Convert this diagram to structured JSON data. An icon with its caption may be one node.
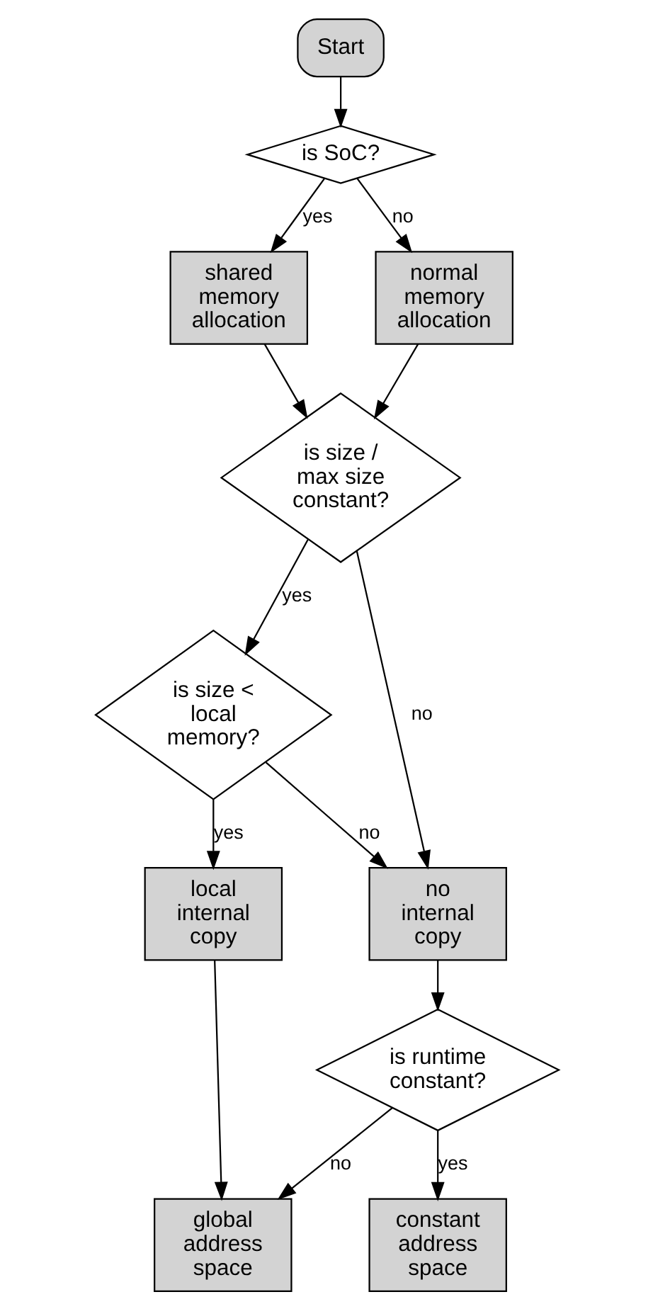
{
  "diagram": {
    "nodes": [
      {
        "text": [
          "Start"
        ]
      },
      {
        "text": [
          "is SoC?"
        ]
      },
      {
        "text": [
          "shared memory allocation"
        ]
      },
      {
        "text": [
          "normal memory allocation"
        ]
      },
      {
        "text": [
          "is size / max size constant?"
        ]
      },
      {
        "text": [
          "is size < local memory?"
        ]
      },
      {
        "text": [
          "local internal copy"
        ]
      },
      {
        "text": [
          "no internal copy"
        ]
      },
      {
        "text": [
          "is runtime constant?"
        ]
      },
      {
        "text": [
          "global address space"
        ]
      },
      {
        "text": [
          "constant address space"
        ]
      }
    ],
    "edges": [
      {
        "from": 0,
        "to": 1,
        "arrow": "to"
      },
      {
        "from": 1,
        "to": 2,
        "arrow": "to",
        "label": "yes"
      },
      {
        "from": 1,
        "to": 3,
        "arrow": "to",
        "label": "no"
      },
      {
        "from": 2,
        "to": 4,
        "arrow": "to"
      },
      {
        "from": 3,
        "to": 4,
        "arrow": "to"
      },
      {
        "from": 4,
        "to": 5,
        "arrow": "to",
        "label": "yes"
      },
      {
        "from": 4,
        "to": 7,
        "arrow": "to",
        "label": "no"
      },
      {
        "from": 5,
        "to": 6,
        "arrow": "to",
        "label": "yes"
      },
      {
        "from": 5,
        "to": 7,
        "arrow": "to",
        "label": "no"
      },
      {
        "from": 6,
        "to": 9,
        "arrow": "to"
      },
      {
        "from": 7,
        "to": 8,
        "arrow": "to"
      },
      {
        "from": 8,
        "to": 9,
        "arrow": "to",
        "label": "no"
      },
      {
        "from": 8,
        "to": 10,
        "arrow": "to",
        "label": "yes"
      }
    ]
  }
}
